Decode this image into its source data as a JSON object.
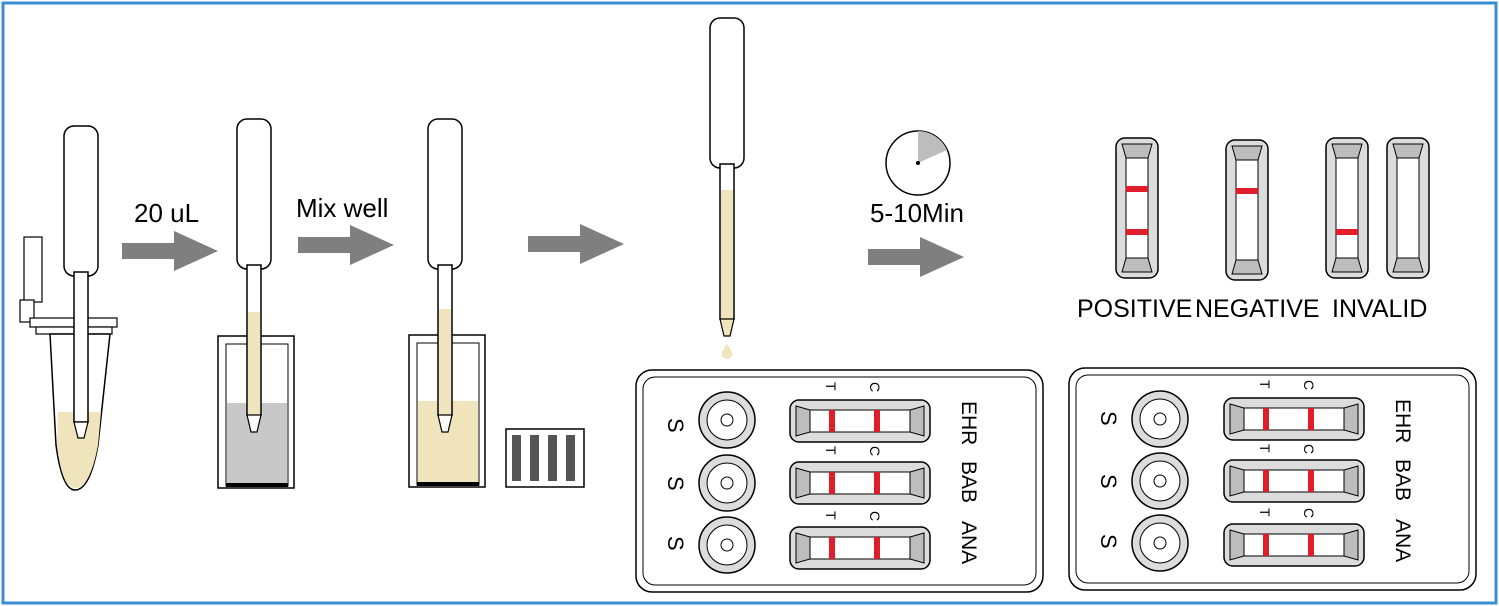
{
  "steps": {
    "volume": "20 uL",
    "mix": "Mix well",
    "time": "5-10Min"
  },
  "results": {
    "positive": "POSITIVE",
    "negative": "NEGATIVE",
    "invalid": "INVALID"
  },
  "cassette": {
    "sample_label": "S",
    "test_mark": "T",
    "control_mark": "C",
    "codes": [
      "EHR",
      "BAB",
      "ANA"
    ]
  },
  "colors": {
    "frame": "#3b8ed0",
    "arrow": "#7f7f7f",
    "sample": "#efe4bb",
    "buffer": "#c8c8c8",
    "line": "#e01e2b",
    "housing": "#d9d9d9"
  }
}
